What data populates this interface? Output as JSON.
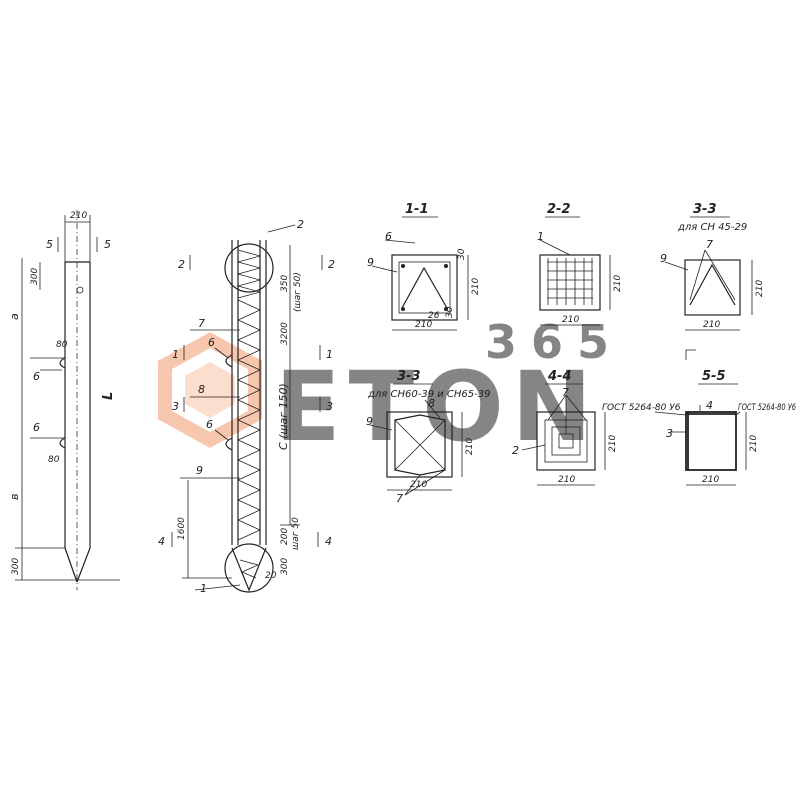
{
  "watermark": {
    "top_text": "365",
    "main_text": "ETON",
    "color_top": "#f4b79a",
    "color_main": "#9e9e9e",
    "color_hex": "#f29b6b"
  },
  "pile_outline": {
    "width_dim": "210",
    "section_mark_5": "5",
    "dim_300_top": "300",
    "dim_a": "a",
    "dim_L": "L",
    "loop_label_6": "6",
    "dim_80": "80",
    "dim_b": "в",
    "dim_300_bottom": "300"
  },
  "pile_cage": {
    "label_2": "2",
    "label_7": "7",
    "label_6": "6",
    "label_8": "8",
    "label_9": "9",
    "label_1": "1",
    "mark_1": "1",
    "mark_2": "2",
    "mark_3": "3",
    "mark_4": "4",
    "dim_350": "350",
    "dim_step50": "(шаг 50)",
    "dim_3200": "3200",
    "dim_c_step150": "С (шаг 150)",
    "dim_1600": "1600",
    "dim_200": "200",
    "dim_step_50b": "шаг 50",
    "dim_300": "300",
    "dim_20": "20"
  },
  "sections": {
    "s11": {
      "title": "1-1",
      "label_6": "6",
      "label_9": "9",
      "dim_w": "210",
      "dim_h": "210",
      "dim_30": "30",
      "dim_30b": "30",
      "dim_26": "26"
    },
    "s22": {
      "title": "2-2",
      "label_1": "1",
      "dim_w": "210",
      "dim_h": "210"
    },
    "s33a": {
      "title": "3-3",
      "subtitle": "для СН 45-29",
      "label_7": "7",
      "label_9": "9",
      "dim_w": "210",
      "dim_h": "210"
    },
    "s33b": {
      "title": "3-3",
      "subtitle": "для СН60-39 и СН65-39",
      "label_8": "8",
      "label_9": "9",
      "label_7": "7",
      "dim_w": "210",
      "dim_h": "210"
    },
    "s44": {
      "title": "4-4",
      "label_7": "7",
      "label_2": "2",
      "dim_w": "210",
      "dim_h": "210"
    },
    "s55": {
      "title": "5-5",
      "label_4": "4",
      "label_3": "3",
      "gost_left": "ГОСТ 5264-80 У6",
      "gost_right": "ГОСТ 5264-80 У6",
      "dim_w": "210",
      "dim_h": "210"
    }
  }
}
